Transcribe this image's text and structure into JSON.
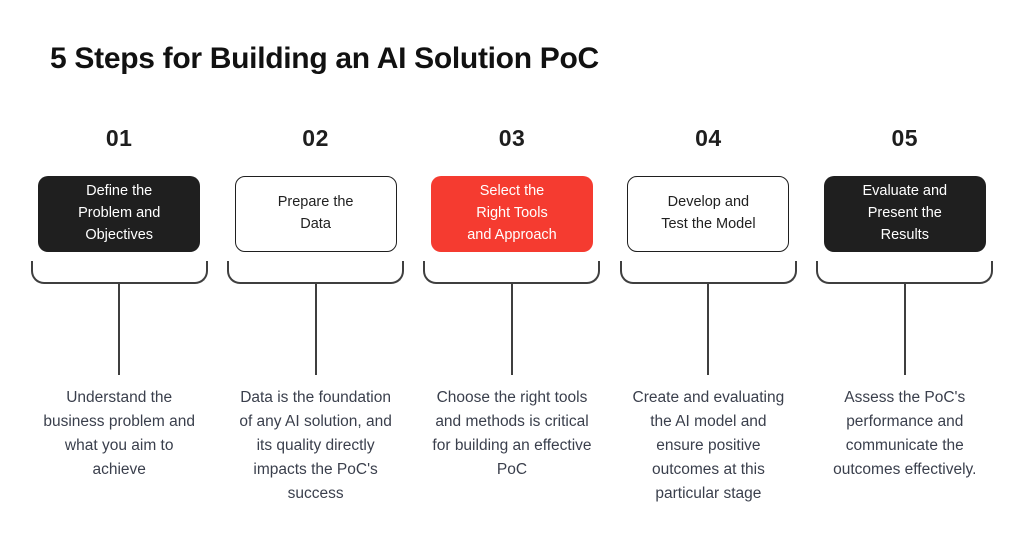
{
  "title": "5 Steps for Building an AI Solution PoC",
  "colors": {
    "background": "#FFFFFF",
    "title_text": "#111111",
    "dark_card_bg": "#1F1F1F",
    "red_card_bg": "#F53B30",
    "outline_card_border": "#1F1F1F",
    "card_text_light": "#FFFFFF",
    "card_text_dark": "#212121",
    "connector_line": "#3F3F3F",
    "description_text": "#3A3F4C"
  },
  "steps": [
    {
      "number": "01",
      "variant": "dark",
      "label": "Define the\nProblem and\nObjectives",
      "description": "Understand the\nbusiness problem and\nwhat you aim to\nachieve"
    },
    {
      "number": "02",
      "variant": "outline",
      "label": "Prepare the\nData",
      "description": "Data is the foundation\nof any AI solution, and\nits quality directly\nimpacts the PoC's\nsuccess"
    },
    {
      "number": "03",
      "variant": "red",
      "label": "Select the\nRight Tools\nand Approach",
      "description": "Choose the right tools\nand methods is critical\nfor building an effective\nPoC"
    },
    {
      "number": "04",
      "variant": "outline",
      "label": "Develop and\nTest the Model",
      "description": "Create and evaluating\nthe AI model and\nensure positive\noutcomes at this\nparticular stage"
    },
    {
      "number": "05",
      "variant": "dark",
      "label": "Evaluate and\nPresent the\nResults",
      "description": "Assess the PoC's\nperformance and\ncommunicate the\noutcomes effectively."
    }
  ]
}
